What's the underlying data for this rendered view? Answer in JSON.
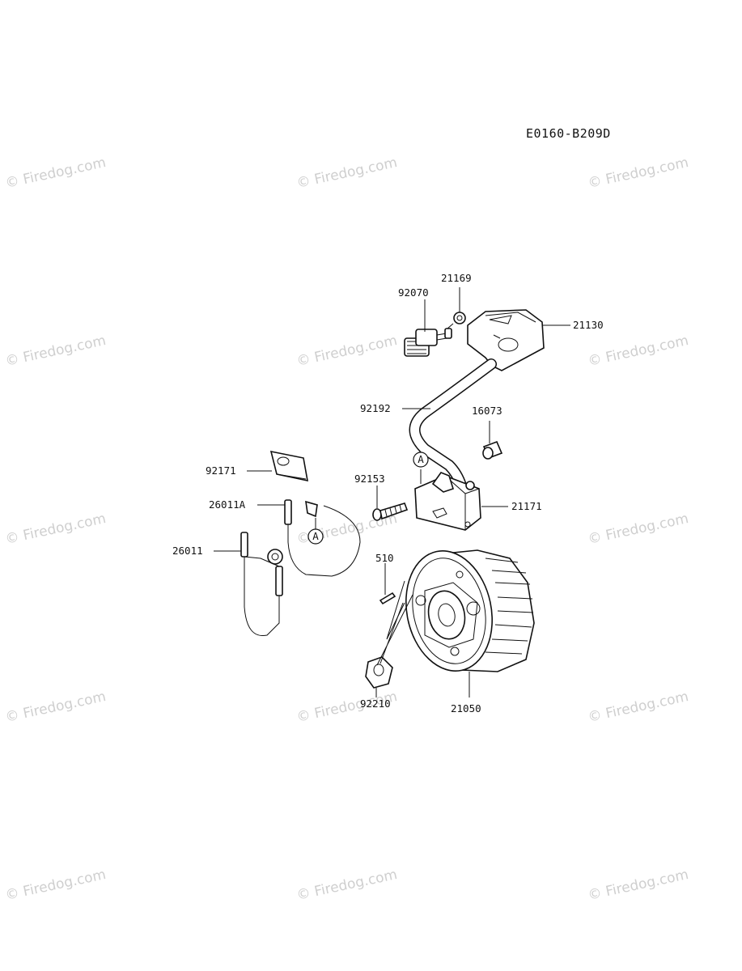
{
  "diagram_code": "E0160-B209D",
  "watermark": "© Firedog.com",
  "ref_marker": "A",
  "parts": [
    {
      "key": "spark_plug",
      "number": "92070"
    },
    {
      "key": "plug_cap_spring",
      "number": "21169"
    },
    {
      "key": "plug_cap",
      "number": "21130"
    },
    {
      "key": "hv_cable",
      "number": "92192"
    },
    {
      "key": "collar",
      "number": "16073"
    },
    {
      "key": "clip",
      "number": "92171"
    },
    {
      "key": "lead_a",
      "number": "26011A"
    },
    {
      "key": "bolt",
      "number": "92153"
    },
    {
      "key": "ignition_coil",
      "number": "21171"
    },
    {
      "key": "lead",
      "number": "26011"
    },
    {
      "key": "key",
      "number": "510"
    },
    {
      "key": "nut",
      "number": "92210"
    },
    {
      "key": "flywheel",
      "number": "21050"
    }
  ]
}
